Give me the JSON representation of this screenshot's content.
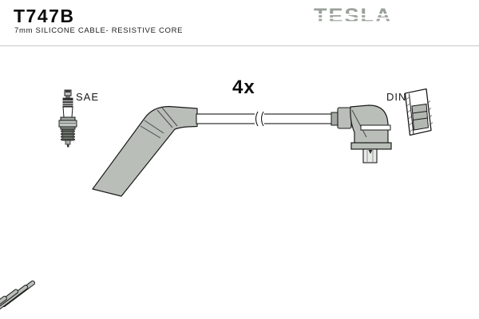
{
  "header": {
    "part_number": "T747B",
    "subtitle": "7mm SILICONE CABLE- RESISTIVE CORE"
  },
  "brand": {
    "logo_text": "TESLA"
  },
  "diagram": {
    "quantity_label": "4x",
    "left_connector_label": "SAE",
    "right_connector_label": "DIN",
    "component_icons": [
      "spark-plug-icon",
      "sae-angled-boot-icon",
      "ignition-cable-icon",
      "cable-break-mark-icon",
      "din-elbow-boot-icon",
      "din-terminal-cross-section-icon"
    ]
  },
  "colors": {
    "logo_gray": "#9aa19a",
    "boot_gray": "#b9beb9",
    "boot_gray_dark": "#a5aaa5",
    "outline": "#1a1a1a",
    "divider": "#c9c9c9"
  }
}
